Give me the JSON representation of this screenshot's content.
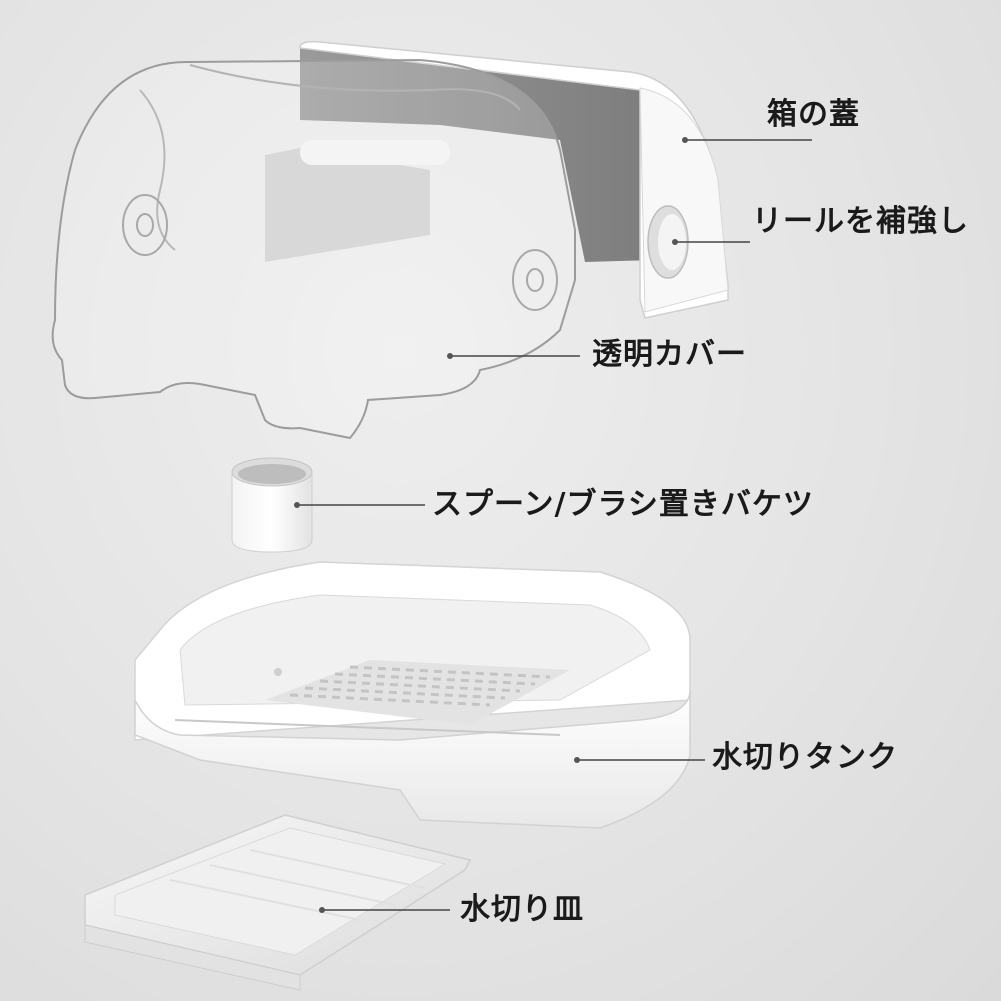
{
  "labels": {
    "lid": "箱の蓋",
    "reel": "リールを補強し",
    "cover": "透明カバー",
    "bucket": "スプーン/ブラシ置きバケツ",
    "tank": "水切りタンク",
    "tray": "水切り皿"
  }
}
